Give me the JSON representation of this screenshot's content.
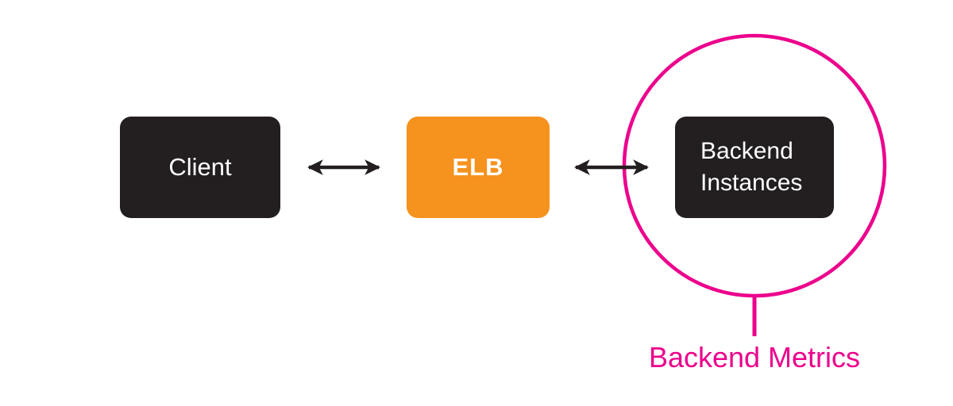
{
  "diagram": {
    "nodes": [
      {
        "id": "client",
        "label": "Client",
        "fill": "#231F20",
        "text_color": "#FFFFFF"
      },
      {
        "id": "elb",
        "label": "ELB",
        "fill": "#F6921E",
        "text_color": "#FFFFFF"
      },
      {
        "id": "backend-instances",
        "label": "Backend Instances",
        "fill": "#231F20",
        "text_color": "#FFFFFF"
      }
    ],
    "connections": [
      {
        "from": "client",
        "to": "elb",
        "bidirectional": true,
        "color": "#231F20"
      },
      {
        "from": "elb",
        "to": "backend-instances",
        "bidirectional": true,
        "color": "#231F20"
      }
    ],
    "annotation": {
      "label": "Backend Metrics",
      "highlights_node": "backend-instances",
      "color": "#EC008C"
    },
    "colors": {
      "background": "#FFFFFF",
      "node_dark": "#231F20",
      "node_orange": "#F6921E",
      "accent_pink": "#EC008C",
      "arrow": "#231F20"
    }
  }
}
